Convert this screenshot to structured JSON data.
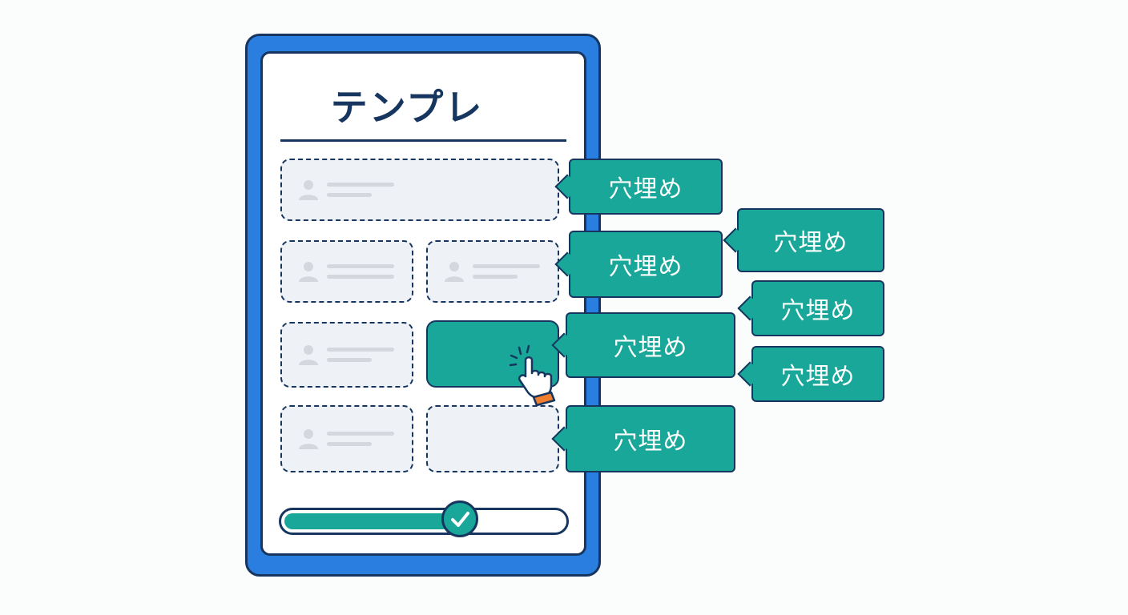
{
  "template": {
    "title": "テンプレ"
  },
  "tags": [
    {
      "label": "穴埋め"
    },
    {
      "label": "穴埋め"
    },
    {
      "label": "穴埋め"
    },
    {
      "label": "穴埋め"
    },
    {
      "label": "穴埋め"
    },
    {
      "label": "穴埋め"
    },
    {
      "label": "穴埋め"
    }
  ],
  "progress": {
    "fraction": 0.63
  },
  "colors": {
    "frame": "#2a7ee0",
    "outline": "#17365f",
    "accent": "#19a79a",
    "slot": "#eef1f5",
    "placeholder": "#d4d8de"
  },
  "icons": {
    "slot": "person-icon",
    "cursor": "pointer-hand-icon",
    "knob": "check-icon"
  }
}
